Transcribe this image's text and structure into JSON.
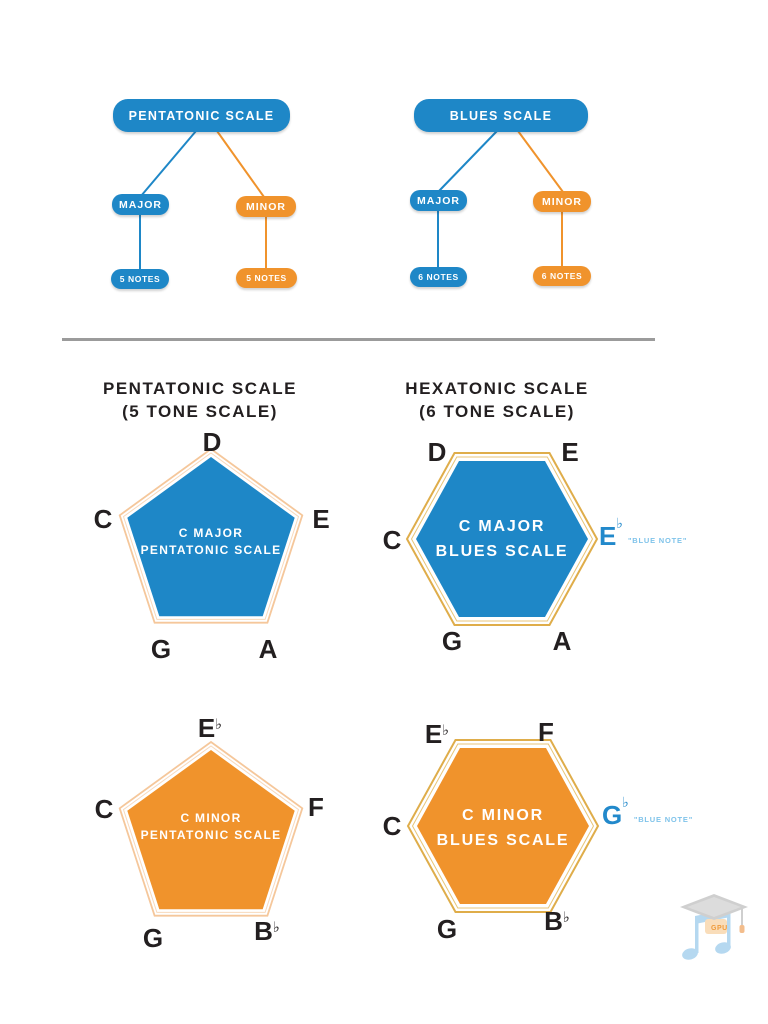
{
  "colors": {
    "blue": "#1E87C7",
    "orange": "#F0932C",
    "peach_outline": "#F5C79B",
    "gold_outline": "#DFAD4A",
    "divider_gray": "#9B9B9B",
    "ink": "#231F20",
    "blue_note_letter": "#2289CB",
    "blue_note_caption": "#7FC3EA"
  },
  "tree_pentatonic": {
    "root": "PENTATONIC SCALE",
    "major": "MAJOR",
    "minor": "MINOR",
    "major_count": "5 NOTES",
    "minor_count": "5 NOTES"
  },
  "tree_blues": {
    "root": "BLUES SCALE",
    "major": "MAJOR",
    "minor": "MINOR",
    "major_count": "6 NOTES",
    "minor_count": "6 NOTES"
  },
  "headers": {
    "pentatonic_title": "PENTATONIC SCALE",
    "pentatonic_subtitle": "(5 TONE SCALE)",
    "hexatonic_title": "HEXATONIC SCALE",
    "hexatonic_subtitle": "(6 TONE SCALE)"
  },
  "c_major_pentatonic": {
    "label_line1": "C MAJOR",
    "label_line2": "PENTATONIC SCALE",
    "top": "D",
    "left": "C",
    "right": "E",
    "bottom_left": "G",
    "bottom_right": "A"
  },
  "c_major_blues": {
    "label_line1": "C MAJOR",
    "label_line2": "BLUES SCALE",
    "top_left": "D",
    "top_right": "E",
    "left": "C",
    "bottom_left": "G",
    "bottom_right": "A",
    "blue_note_letter": "E",
    "blue_note_flat": "♭",
    "blue_note_caption": "\"BLUE NOTE\""
  },
  "c_minor_pentatonic": {
    "label_line1": "C MINOR",
    "label_line2": "PENTATONIC SCALE",
    "top_letter": "E",
    "top_flat": "♭",
    "left": "C",
    "right": "F",
    "bottom_left": "G",
    "bottom_right_letter": "B",
    "bottom_right_flat": "♭"
  },
  "c_minor_blues": {
    "label_line1": "C MINOR",
    "label_line2": "BLUES SCALE",
    "top_left_letter": "E",
    "top_left_flat": "♭",
    "top_right": "F",
    "left": "C",
    "bottom_left": "G",
    "bottom_right_letter": "B",
    "bottom_right_flat": "♭",
    "blue_note_letter": "G",
    "blue_note_flat": "♭",
    "blue_note_caption": "\"BLUE NOTE\""
  },
  "logo": {
    "badge_text": "GPU"
  }
}
